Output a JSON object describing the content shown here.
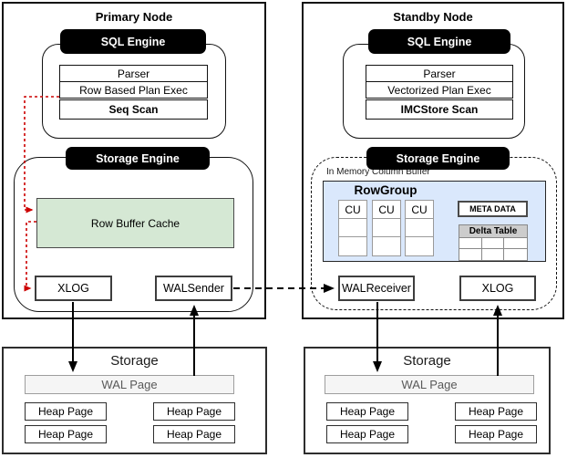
{
  "primary": {
    "title": "Primary Node",
    "sql_engine_label": "SQL Engine",
    "exec_stack": [
      "Parser",
      "Row Based Plan Exec",
      "Seq Scan"
    ],
    "storage_engine_label": "Storage Engine",
    "row_buffer_cache_label": "Row Buffer Cache",
    "xlog_label": "XLOG",
    "walsender_label": "WALSender"
  },
  "standby": {
    "title": "Standby Node",
    "sql_engine_label": "SQL Engine",
    "exec_stack": [
      "Parser",
      "Vectorized Plan Exec",
      "IMCStore Scan"
    ],
    "storage_engine_label": "Storage Engine",
    "in_memory_column_buffer_label": "In Memory Column Buffer",
    "rowgroup_label": "RowGroup",
    "cu_labels": [
      "CU",
      "CU",
      "CU"
    ],
    "meta_data_label": "META DATA",
    "delta_table_label": "Delta Table",
    "walreceiver_label": "WALReceiver",
    "xlog_label": "XLOG"
  },
  "primary_storage": {
    "title": "Storage",
    "wal_page_label": "WAL Page",
    "heap_pages": [
      "Heap Page",
      "Heap Page",
      "Heap Page",
      "Heap Page"
    ]
  },
  "standby_storage": {
    "title": "Storage",
    "wal_page_label": "WAL Page",
    "heap_pages": [
      "Heap Page",
      "Heap Page",
      "Heap Page",
      "Heap Page"
    ]
  },
  "colors": {
    "engine_pill_bg": "#000000",
    "row_buffer_cache_bg": "#d5e8d4",
    "rowgroup_bg": "#dae8fc",
    "delta_table_header_bg": "#cccccc",
    "wal_page_bg": "#f5f5f5",
    "red_flow_arrow": "#cc0000",
    "black_flow_arrow": "#000000"
  }
}
